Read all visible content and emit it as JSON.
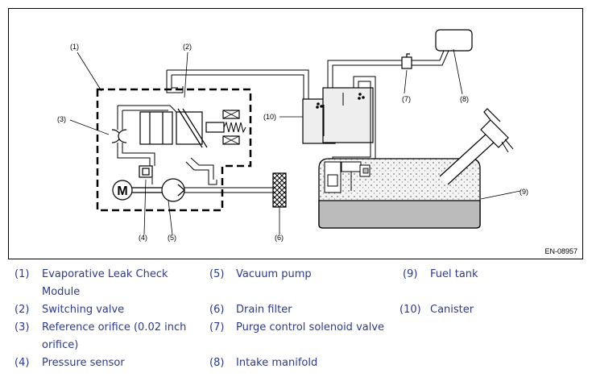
{
  "figure_id": "EN-08957",
  "callouts": {
    "c1": "(1)",
    "c2": "(2)",
    "c3": "(3)",
    "c4": "(4)",
    "c5": "(5)",
    "c6": "(6)",
    "c7": "(7)",
    "c8": "(8)",
    "c9": "(9)",
    "c10": "(10)",
    "motor": "M"
  },
  "legend": [
    {
      "num": "(1)",
      "label": "Evaporative Leak Check Module"
    },
    {
      "num": "(2)",
      "label": "Switching valve"
    },
    {
      "num": "(3)",
      "label": "Reference orifice (0.02 inch orifice)"
    },
    {
      "num": "(4)",
      "label": "Pressure sensor"
    },
    {
      "num": "(5)",
      "label": "Vacuum pump"
    },
    {
      "num": "(6)",
      "label": "Drain filter"
    },
    {
      "num": "(7)",
      "label": "Purge control solenoid valve"
    },
    {
      "num": "(8)",
      "label": "Intake manifold"
    },
    {
      "num": "(9)",
      "label": "Fuel tank"
    },
    {
      "num": "(10)",
      "label": "Canister"
    }
  ]
}
